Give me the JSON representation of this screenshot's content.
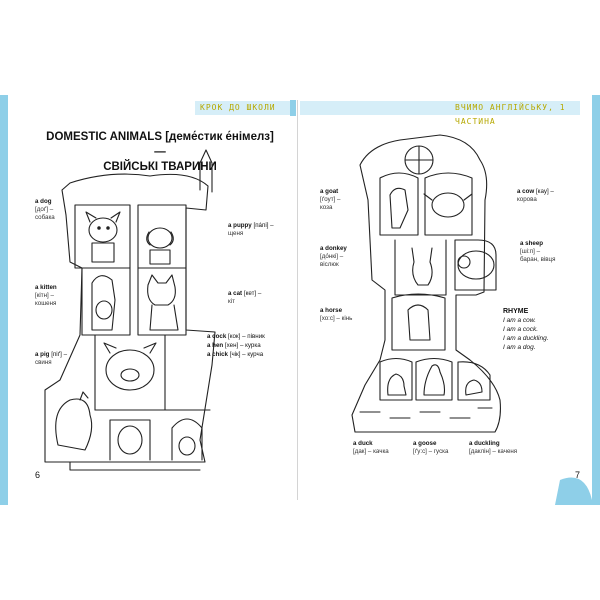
{
  "header": {
    "left_label": "КРОК ДО ШКОЛИ",
    "right_label": "ВЧИМО АНГЛІЙСЬКУ, 1 ЧАСТИНА"
  },
  "title": {
    "line1": "DOMESTIC ANIMALS [деме́стик е́німелз] —",
    "line2": "СВІЙСЬКІ ТВАРИНИ"
  },
  "left_labels": {
    "dog": {
      "en": "a dog",
      "tr": "[доґ] –",
      "ua": "собака"
    },
    "puppy": {
      "en": "a puppy",
      "tr": "[пáпі] –",
      "ua": "щеня"
    },
    "kitten": {
      "en": "a kitten",
      "tr": "[кітн] –",
      "ua": "кошеня"
    },
    "cat": {
      "en": "a cat",
      "tr": "[кет] –",
      "ua": "кіт"
    },
    "pig": {
      "en": "a pig",
      "tr": "[піґ] –",
      "ua": "свиня"
    },
    "cock": {
      "en": "a cock",
      "tr": "[кок] –",
      "ua": "півник"
    },
    "hen": {
      "en": "a hen",
      "tr": "[хен] –",
      "ua": "курка"
    },
    "chick": {
      "en": "a chick",
      "tr": "[чік] –",
      "ua": "курча"
    }
  },
  "right_labels": {
    "goat": {
      "en": "a goat",
      "tr": "[ґоут] –",
      "ua": "коза"
    },
    "cow": {
      "en": "a cow",
      "tr": "[кау] –",
      "ua": "корова"
    },
    "donkey": {
      "en": "a donkey",
      "tr": "[до́нкі] –",
      "ua": "віслюк"
    },
    "sheep": {
      "en": "a sheep",
      "tr": "[ші:п] –",
      "ua": "баран, вівця"
    },
    "horse": {
      "en": "a horse",
      "tr": "[хо:с] –",
      "ua": "кінь"
    },
    "duck": {
      "en": "a duck",
      "tr": "[дак] –",
      "ua": "качка"
    },
    "goose": {
      "en": "a goose",
      "tr": "[ґу:с] –",
      "ua": "гуска"
    },
    "duckling": {
      "en": "a duckling",
      "tr": "[даклін] –",
      "ua": "каченя"
    }
  },
  "rhyme": {
    "title": "RHYME",
    "lines": [
      "I am a cow.",
      "I am a cock.",
      "I am a duckling.",
      "I am a dog."
    ]
  },
  "page_numbers": {
    "left": "6",
    "right": "7"
  },
  "colors": {
    "accent_blue": "#8ecfe8",
    "header_fill": "#d6eef8",
    "header_text": "#b6a800"
  }
}
